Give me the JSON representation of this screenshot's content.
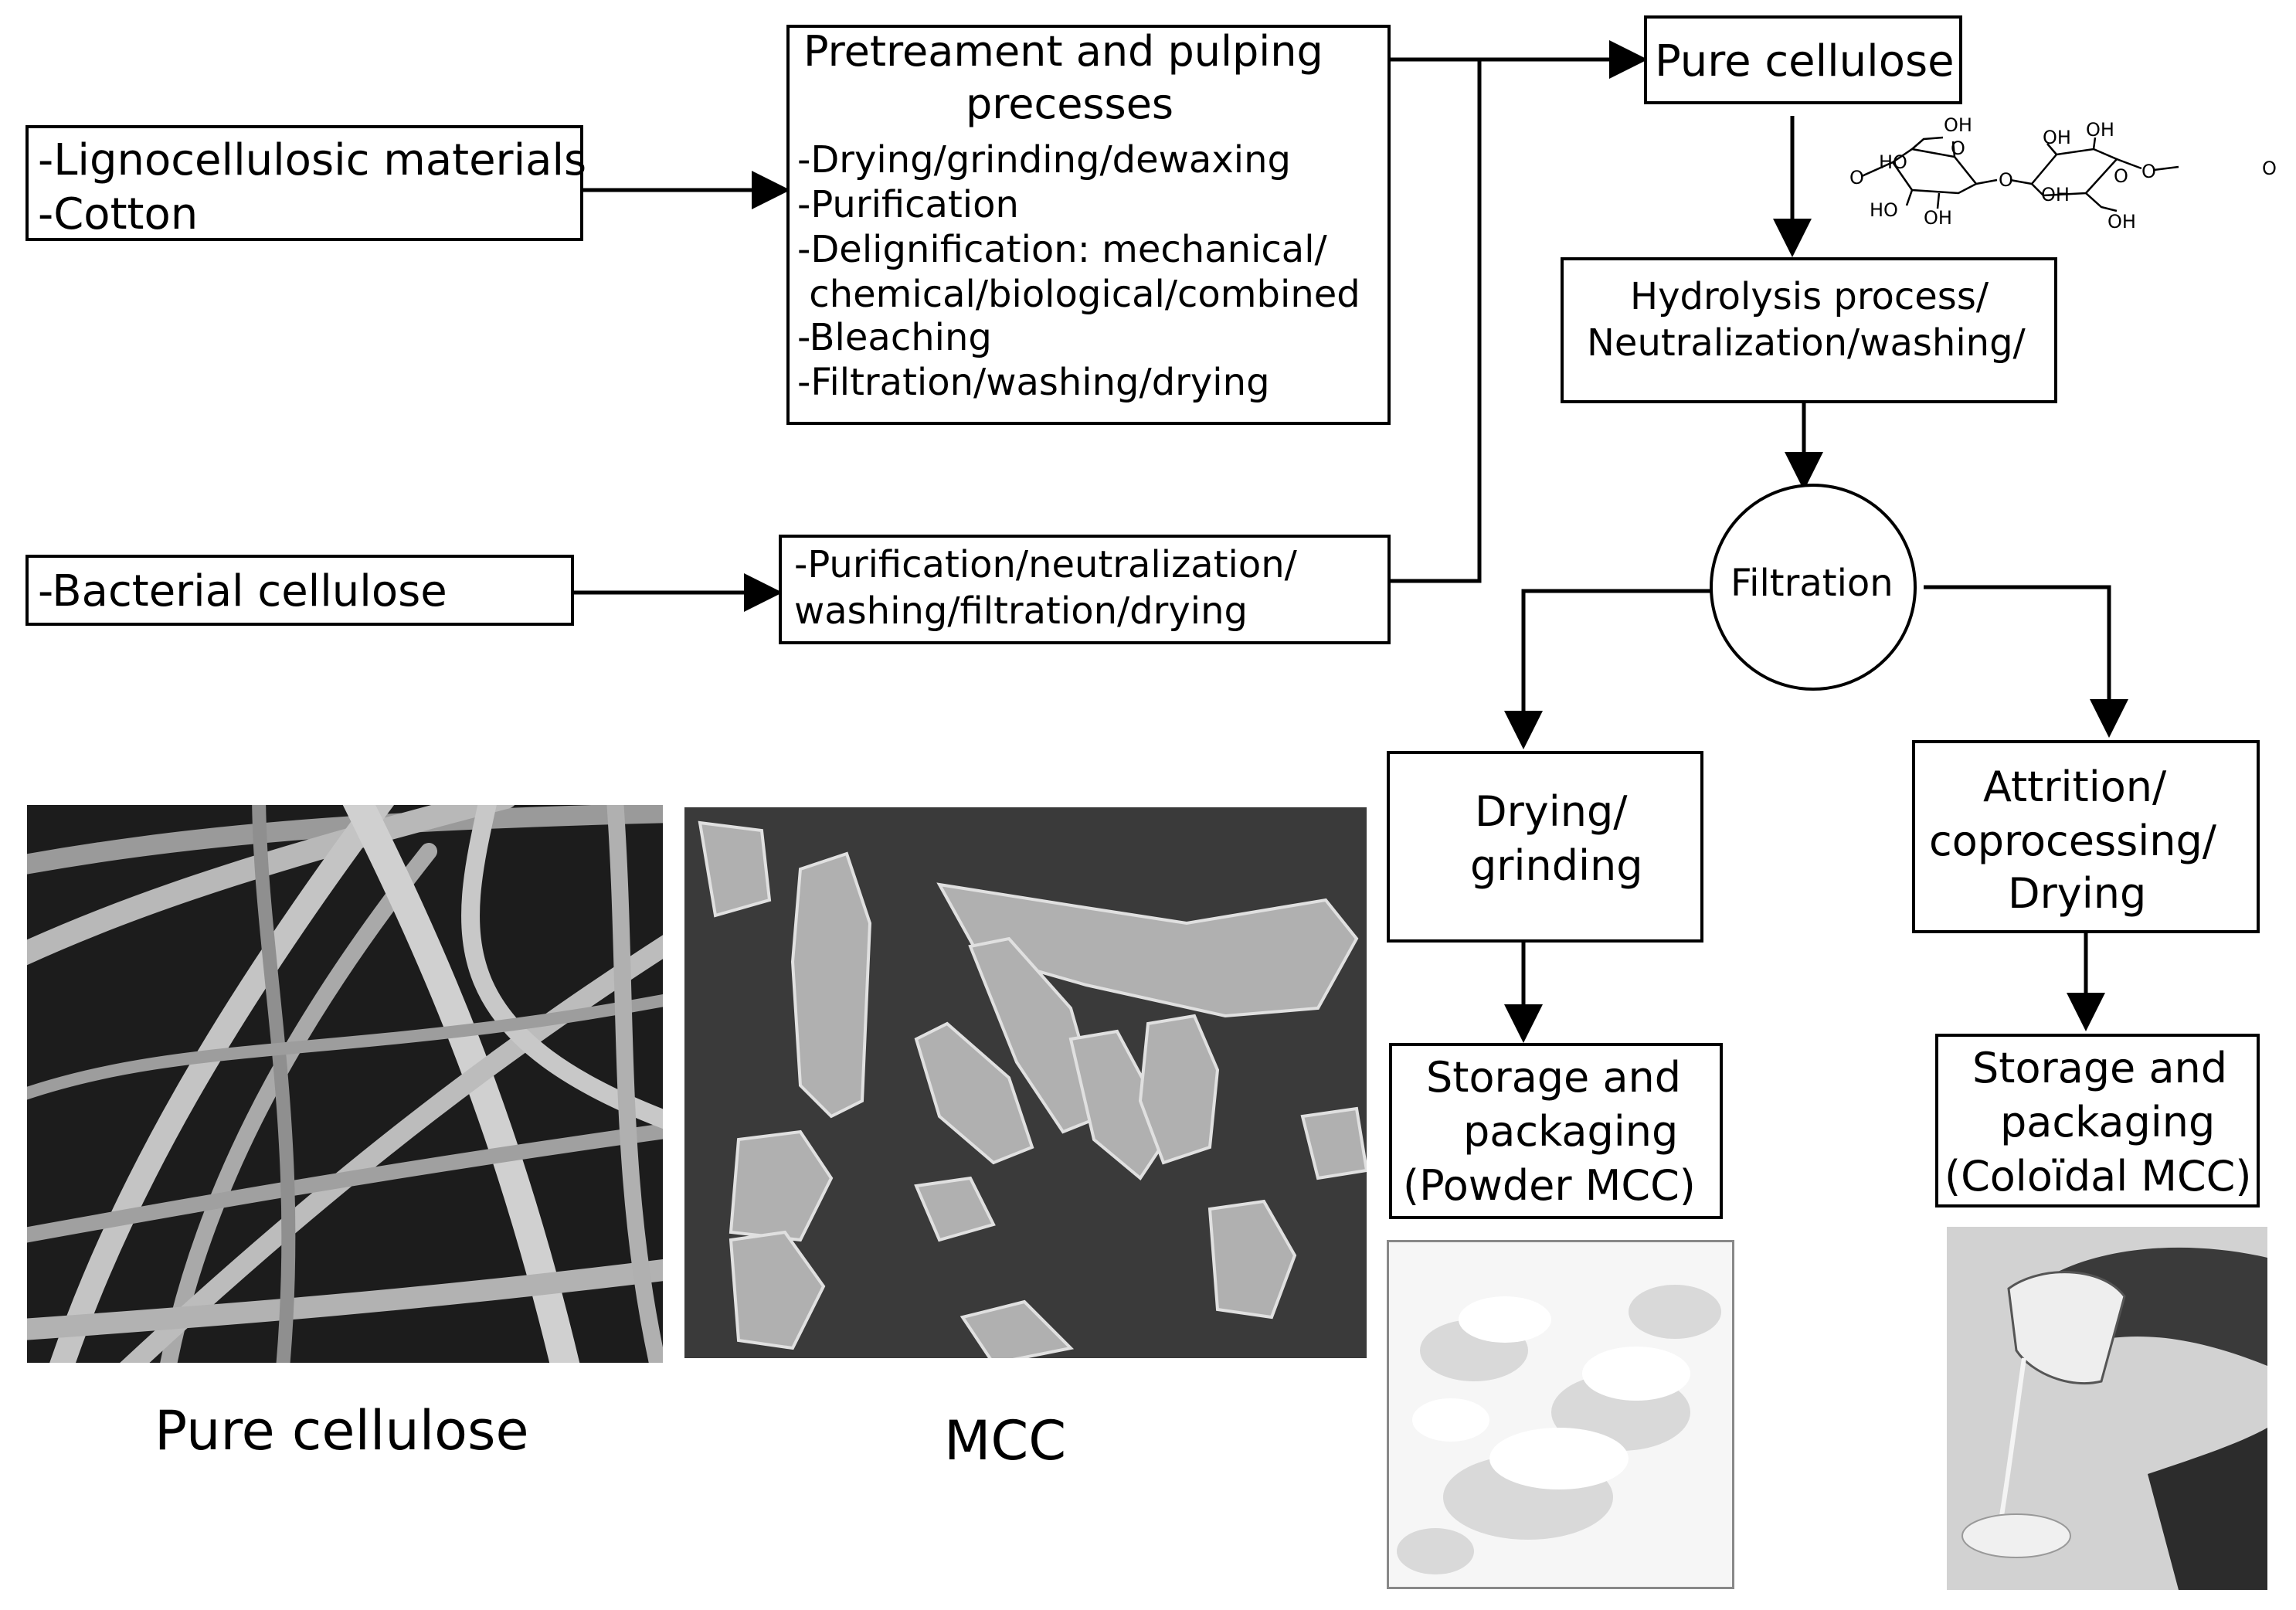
{
  "sources": {
    "lignocellulosic": [
      "-Lignocellulosic materials",
      "-Cotton"
    ],
    "bacterial": "-Bacterial cellulose"
  },
  "pretreatment": {
    "title_lines": [
      "Pretreament and pulping",
      "precesses"
    ],
    "steps": [
      "-Drying/grinding/dewaxing",
      "-Purification",
      "-Delignification: mechanical/",
      " chemical/biological/combined",
      "-Bleaching",
      "-Filtration/washing/drying"
    ]
  },
  "bacterial_process": [
    "-Purification/neutralization/",
    "washing/filtration/drying"
  ],
  "pure_cellulose_box": "Pure cellulose",
  "molecule": {
    "labels": [
      "OH",
      "HO",
      "OH",
      "O",
      "O",
      "O",
      "O",
      "HO",
      "OH",
      "OH",
      "O"
    ]
  },
  "hydrolysis": [
    "Hydrolysis process/",
    "Neutralization/washing/"
  ],
  "filtration": "Filtration",
  "left_branch": {
    "process": [
      "Drying/",
      "grinding"
    ],
    "storage": [
      "Storage and",
      "packaging",
      "(Powder MCC)"
    ]
  },
  "right_branch": {
    "process": [
      "Attrition/",
      "coprocessing/",
      "Drying"
    ],
    "storage": [
      "Storage and",
      "packaging",
      "(Coloïdal MCC)"
    ]
  },
  "captions": {
    "pure_cellulose": "Pure cellulose",
    "mcc": "MCC"
  },
  "colors": {
    "line": "#000000",
    "sem_dark": "#2a2a2a",
    "sem_fiber": "#b4b4b4",
    "powder": "#f4f4f4",
    "gel_bg": "#cfcfcf"
  }
}
